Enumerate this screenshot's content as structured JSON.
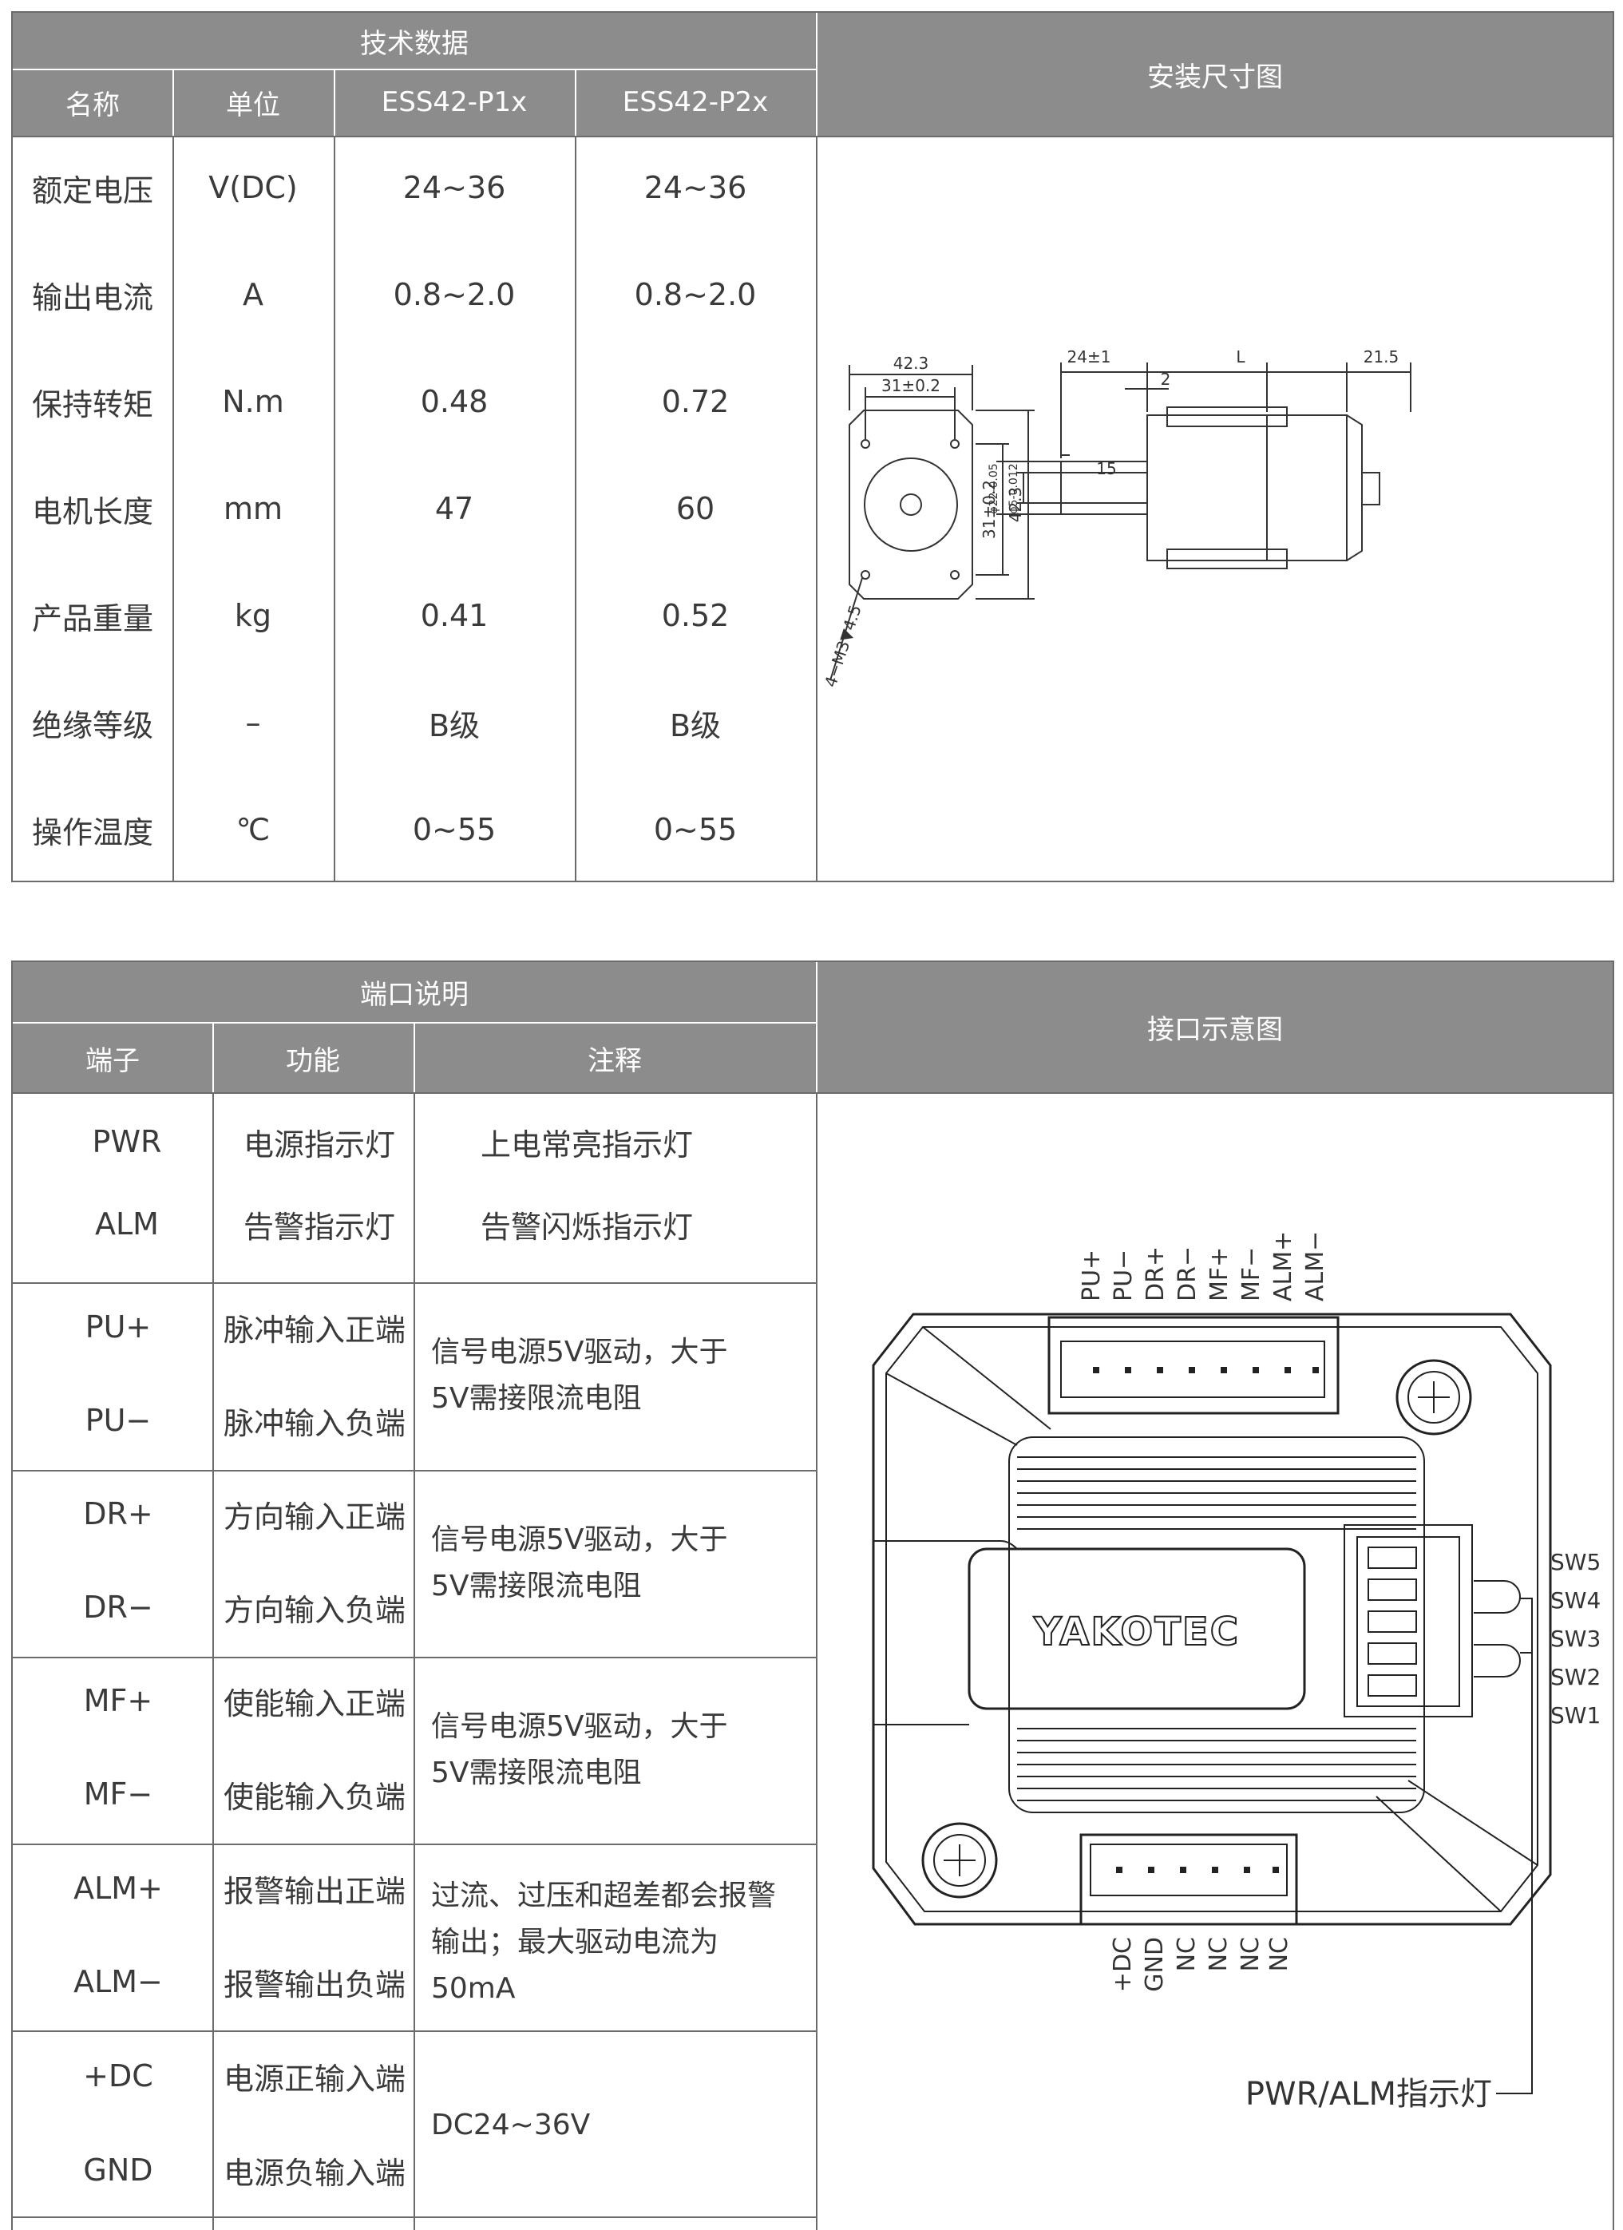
{
  "spec": {
    "title": "技术数据",
    "columns": [
      "名称",
      "单位",
      "ESS42-P1x",
      "ESS42-P2x"
    ],
    "rows": [
      [
        "额定电压",
        "V(DC)",
        "24~36",
        "24~36"
      ],
      [
        "输出电流",
        "A",
        "0.8~2.0",
        "0.8~2.0"
      ],
      [
        "保持转矩",
        "N.m",
        "0.48",
        "0.72"
      ],
      [
        "电机长度",
        "mm",
        "47",
        "60"
      ],
      [
        "产品重量",
        "kg",
        "0.41",
        "0.52"
      ],
      [
        "绝缘等级",
        "–",
        "B级",
        "B级"
      ],
      [
        "操作温度",
        "℃",
        "0~55",
        "0~55"
      ]
    ]
  },
  "install": {
    "title": "安装尺寸图",
    "dims": {
      "width_outer": "42.3",
      "hole_pitch": "31±0.2",
      "hole_pitch_v": "31±0.2",
      "height_outer": "42.3",
      "mount_holes": "4−M3▼4.5",
      "boss_len": "24±1",
      "motor_len": "L",
      "driver_len": "21.5",
      "flange_gap": "2",
      "shaft_len": "15",
      "boss_dia": "φ22-0.05",
      "shaft_dia": "φ5-0.012"
    }
  },
  "ports": {
    "title": "端口说明",
    "columns": [
      "端子",
      "功能",
      "注释"
    ],
    "groups": [
      {
        "terminals": [
          "PWR",
          "ALM"
        ],
        "functions": [
          "电源指示灯",
          "告警指示灯"
        ],
        "notes": [
          "上电常亮指示灯",
          "告警闪烁指示灯"
        ]
      },
      {
        "terminals": [
          "PU+",
          "PU−"
        ],
        "functions": [
          "脉冲输入正端",
          "脉冲输入负端"
        ],
        "note": [
          "信号电源5V驱动，大于",
          "5V需接限流电阻"
        ]
      },
      {
        "terminals": [
          "DR+",
          "DR−"
        ],
        "functions": [
          "方向输入正端",
          "方向输入负端"
        ],
        "note": [
          "信号电源5V驱动，大于",
          "5V需接限流电阻"
        ]
      },
      {
        "terminals": [
          "MF+",
          "MF−"
        ],
        "functions": [
          "使能输入正端",
          "使能输入负端"
        ],
        "note": [
          "信号电源5V驱动，大于",
          "5V需接限流电阻"
        ]
      },
      {
        "terminals": [
          "ALM+",
          "ALM−"
        ],
        "functions": [
          "报警输出正端",
          "报警输出负端"
        ],
        "note": [
          "过流、过压和超差都会报警",
          "输出；最大驱动电流为",
          "50mA"
        ]
      },
      {
        "terminals": [
          "+DC",
          "GND"
        ],
        "functions": [
          "电源正输入端",
          "电源负输入端"
        ],
        "note": [
          "DC24~36V"
        ]
      }
    ]
  },
  "interface": {
    "title": "接口示意图",
    "top_pins": [
      "PU+",
      "PU−",
      "DR+",
      "DR−",
      "MF+",
      "MF−",
      "ALM+",
      "ALM−"
    ],
    "bottom_pins": [
      "+DC",
      "GND",
      "NC",
      "NC",
      "NC",
      "NC"
    ],
    "switches": [
      "SW5",
      "SW4",
      "SW3",
      "SW2",
      "SW1"
    ],
    "brand": "YAKOTEC",
    "indicator_label": "PWR/ALM指示灯"
  }
}
